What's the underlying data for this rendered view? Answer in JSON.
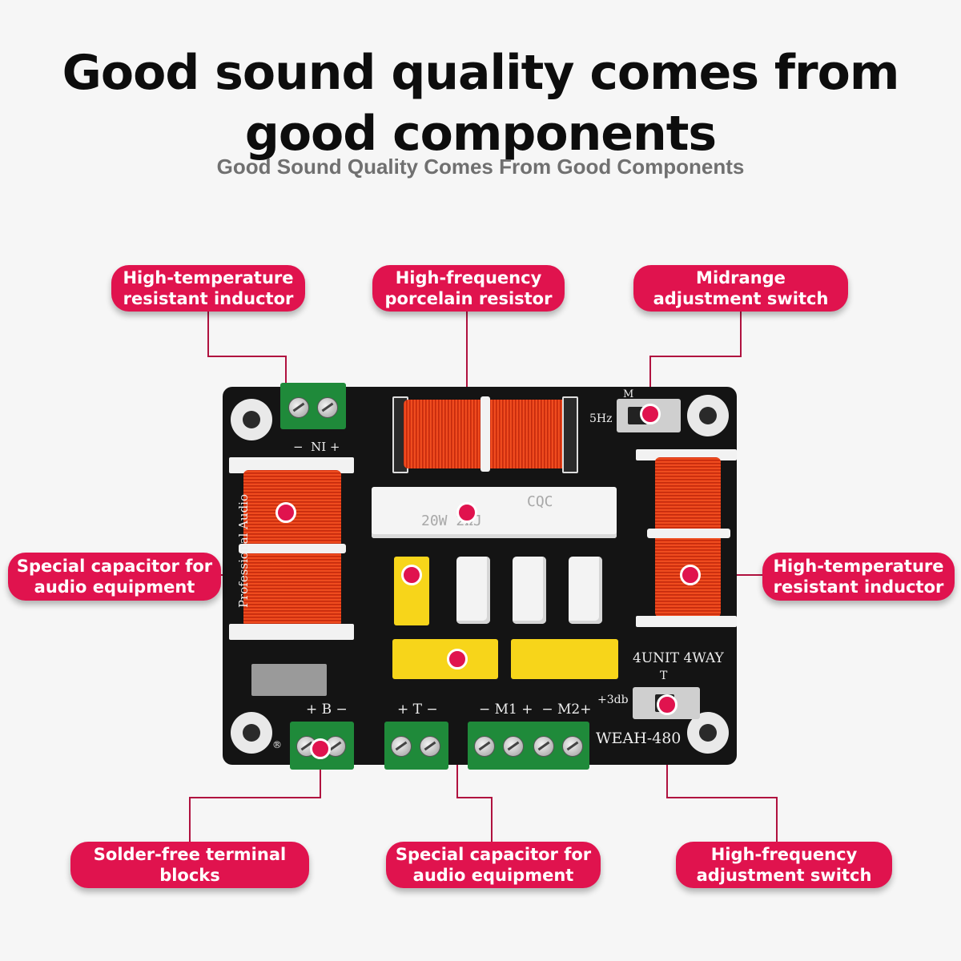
{
  "header": {
    "title_line1": "Good sound quality comes from",
    "title_line2": "good components",
    "subtitle": "Good Sound Quality Comes From Good Components"
  },
  "callouts": {
    "top_left": [
      "High-temperature",
      "resistant inductor"
    ],
    "top_center": [
      "High-frequency",
      "porcelain resistor"
    ],
    "top_right": [
      "Midrange",
      "adjustment switch"
    ],
    "mid_left": [
      "Special capacitor for",
      "audio equipment"
    ],
    "mid_right": [
      "High-temperature",
      "resistant inductor"
    ],
    "bottom_left": [
      "Solder-free terminal",
      "blocks"
    ],
    "bottom_center": [
      "Special capacitor for",
      "audio equipment"
    ],
    "bottom_right": [
      "High-frequency",
      "adjustment switch"
    ]
  },
  "board": {
    "input_label": "−  NI +",
    "side_text": "Professional Audio",
    "mid_switch_label": "M",
    "mid_switch_freq": "5Hz",
    "resistor_text_1": "CQC",
    "resistor_text_2": "20W 2ΩJ",
    "unit_text": "4UNIT 4WAY",
    "hf_switch_label": "T",
    "hf_switch_value": "+3db",
    "term_b": "+ B −",
    "term_t": "+ T −",
    "term_m": "− M1 +  − M2+",
    "model": "WEAH-480",
    "registered": "®"
  },
  "colors": {
    "accent": "#e0134e",
    "board": "#141414",
    "terminal": "#1f8a3a",
    "capacitor": "#f7d51a"
  }
}
